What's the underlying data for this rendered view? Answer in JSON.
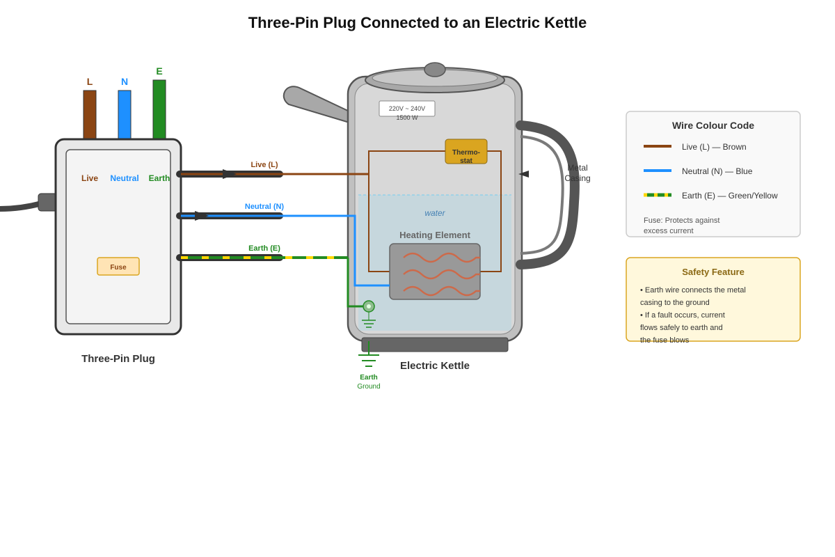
{
  "title": "Three-Pin Plug Connected to an Electric Kettle",
  "plug": {
    "pins": {
      "live": "L",
      "neutral": "N",
      "earth": "E"
    },
    "labels": {
      "live": "Live",
      "neutral": "Neutral",
      "earth": "Earth"
    },
    "fuse": "Fuse",
    "caption": "Three-Pin Plug"
  },
  "wires": {
    "live": "Live (L)",
    "neutral": "Neutral (N)",
    "earth": "Earth (E)"
  },
  "kettle": {
    "rating_line1": "220V ~ 240V",
    "rating_line2": "1500 W",
    "thermostat_line1": "Thermo-",
    "thermostat_line2": "stat",
    "water": "water",
    "heating_element": "Heating Element",
    "casing_line1": "Metal",
    "casing_line2": "Casing",
    "earth_line1": "Earth",
    "earth_line2": "Ground",
    "caption": "Electric Kettle"
  },
  "legend": {
    "title": "Wire Colour Code",
    "live": "Live (L) — Brown",
    "neutral": "Neutral (N) — Blue",
    "earth": "Earth (E) — Green/Yellow",
    "fuse_line1": "Fuse: Protects against",
    "fuse_line2": "excess current"
  },
  "safety": {
    "title": "Safety Feature",
    "lines": [
      "• Earth wire connects the metal",
      "casing to the ground",
      "• If a fault occurs, current",
      "flows safely to earth and",
      "the fuse blows"
    ]
  },
  "colors": {
    "live": "#8B4513",
    "neutral": "#1E90FF",
    "earth": "#228B22",
    "earth_stripe": "#FFD700",
    "thermostat": "#DAA520",
    "safety_bg": "#FFF8DC"
  }
}
